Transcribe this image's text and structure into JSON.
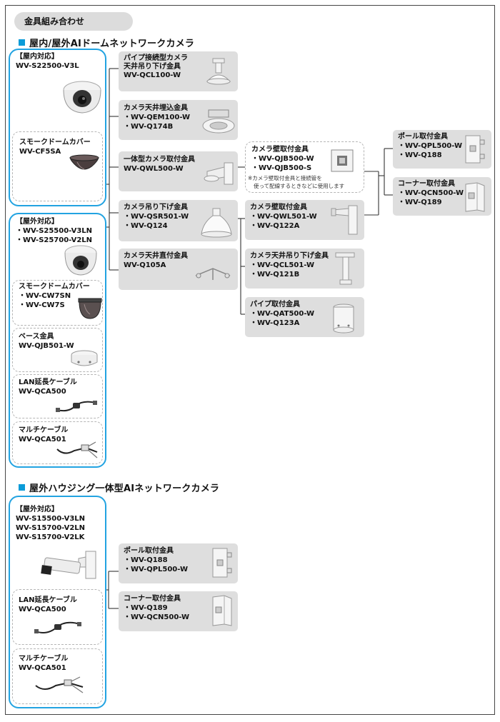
{
  "header": {
    "pill": "金具組み合わせ"
  },
  "colors": {
    "accent_blue": "#22a3e1",
    "box_gray": "#dedede",
    "section_square": "#0a9bd8"
  },
  "dome": {
    "title": "屋内/屋外AIドームネットワークカメラ",
    "indoor": {
      "tag": "【屋内対応】",
      "model": "WV-S22500-V3L",
      "cover_title": "スモークドームカバー",
      "cover_model": "WV-CF5SA"
    },
    "outdoor": {
      "tag": "【屋外対応】",
      "models": [
        "・WV-S25500-V3LN",
        "・WV-S25700-V2LN"
      ],
      "cover_title": "スモークドームカバー",
      "cover_models": [
        "・WV-CW7SN",
        "・WV-CW7S"
      ],
      "base_title": "ベース金具",
      "base_model": "WV-QJB501-W",
      "lan_title": "LAN延長ケーブル",
      "lan_model": "WV-QCA500",
      "multi_title": "マルチケーブル",
      "multi_model": "WV-QCA501"
    },
    "col1": [
      {
        "lines": [
          "パイプ接続型カメラ",
          "天井吊り下げ金具",
          "WV-QCL100-W"
        ]
      },
      {
        "lines": [
          "カメラ天井埋込金具",
          "・WV-QEM100-W",
          "・WV-Q174B"
        ]
      },
      {
        "lines": [
          "一体型カメラ取付金具",
          "WV-QWL500-W"
        ]
      },
      {
        "lines": [
          "カメラ吊り下げ金具",
          "・WV-QSR501-W",
          "・WV-Q124"
        ]
      },
      {
        "lines": [
          "カメラ天井直付金具",
          "WV-Q105A"
        ]
      }
    ],
    "wall_top": {
      "lines": [
        "カメラ壁取付金具",
        "・WV-QJB500-W",
        "・WV-QJB500-S"
      ],
      "note": [
        "※カメラ壁取付金具と接続管を",
        "使って配線するときなどに使用します"
      ]
    },
    "col2": [
      {
        "lines": [
          "カメラ壁取付金具",
          "・WV-QWL501-W",
          "・WV-Q122A"
        ]
      },
      {
        "lines": [
          "カメラ天井吊り下げ金具",
          "・WV-QCL501-W",
          "・WV-Q121B"
        ]
      },
      {
        "lines": [
          "パイプ取付金具",
          "・WV-QAT500-W",
          "・WV-Q123A"
        ]
      }
    ],
    "col3": [
      {
        "lines": [
          "ポール取付金具",
          "・WV-QPL500-W",
          "・WV-Q188"
        ]
      },
      {
        "lines": [
          "コーナー取付金具",
          "・WV-QCN500-W",
          "・WV-Q189"
        ]
      }
    ]
  },
  "housing": {
    "title": "屋外ハウジング一体型AIネットワークカメラ",
    "tag": "【屋外対応】",
    "models": [
      "WV-S15500-V3LN",
      "WV-S15700-V2LN",
      "WV-S15700-V2LK"
    ],
    "lan_title": "LAN延長ケーブル",
    "lan_model": "WV-QCA500",
    "multi_title": "マルチケーブル",
    "multi_model": "WV-QCA501",
    "mounts": [
      {
        "lines": [
          "ポール取付金具",
          "・WV-Q188",
          "・WV-QPL500-W"
        ]
      },
      {
        "lines": [
          "コーナー取付金具",
          "・WV-Q189",
          "・WV-QCN500-W"
        ]
      }
    ]
  }
}
